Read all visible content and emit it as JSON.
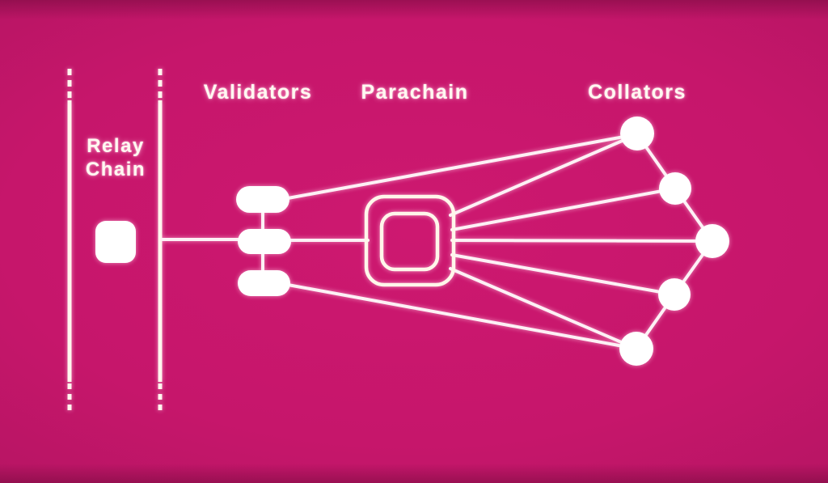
{
  "diagram": {
    "title": "Relay chain, validators, parachain and collators network diagram",
    "background_color": "#c6166b",
    "node_color": "#ffffff",
    "line_color": "#fdf0f5",
    "text_color": "#fff8f1",
    "labels": {
      "relay_chain": "Relay Chain",
      "validators": "Validators",
      "parachain": "Parachain",
      "collators": "Collators"
    },
    "nodes": {
      "relay_chain_block_count": 1,
      "validator_count": 3,
      "parachain_count": 1,
      "collator_count": 5
    },
    "edges": [
      [
        "relay-chain-rail",
        "validator-2"
      ],
      [
        "validator-1",
        "validator-2"
      ],
      [
        "validator-2",
        "validator-3"
      ],
      [
        "validator-2",
        "parachain"
      ],
      [
        "validator-1",
        "collator-1"
      ],
      [
        "validator-3",
        "collator-5"
      ],
      [
        "parachain",
        "collator-1"
      ],
      [
        "parachain",
        "collator-2"
      ],
      [
        "parachain",
        "collator-3"
      ],
      [
        "parachain",
        "collator-4"
      ],
      [
        "parachain",
        "collator-5"
      ],
      [
        "collator-1",
        "collator-2"
      ],
      [
        "collator-2",
        "collator-3"
      ],
      [
        "collator-3",
        "collator-4"
      ],
      [
        "collator-4",
        "collator-5"
      ]
    ]
  }
}
